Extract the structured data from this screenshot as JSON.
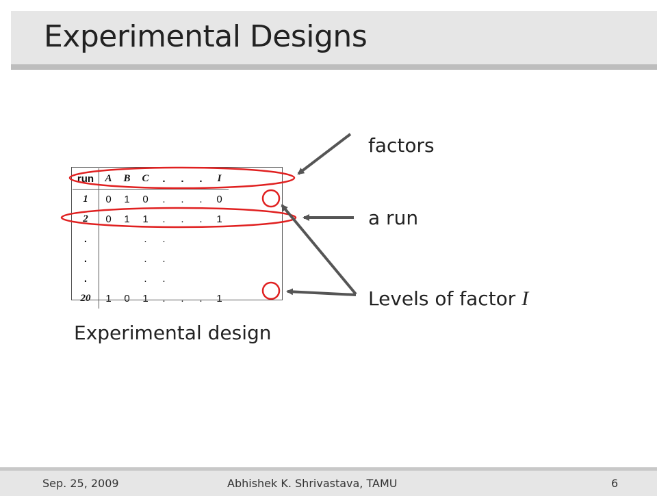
{
  "slide": {
    "title": "Experimental Designs",
    "labels": {
      "factors": "factors",
      "a_run": "a run",
      "levels": "Levels of factor",
      "levels_var": "I",
      "caption": "Experimental design"
    }
  },
  "table": {
    "header": [
      "run",
      "A",
      "B",
      "C",
      ".",
      ".",
      ".",
      "I"
    ],
    "rows": [
      {
        "run": "1",
        "values": [
          "0",
          "1",
          "0",
          ".",
          ".",
          ".",
          "0"
        ]
      },
      {
        "run": "2",
        "values": [
          "0",
          "1",
          "1",
          ".",
          ".",
          ".",
          "1"
        ]
      },
      {
        "run": ".",
        "values": [
          "",
          "",
          ".",
          ".",
          "",
          "",
          ""
        ]
      },
      {
        "run": ".",
        "values": [
          "",
          "",
          ".",
          ".",
          "",
          "",
          ""
        ]
      },
      {
        "run": ".",
        "values": [
          "",
          "",
          ".",
          ".",
          "",
          "",
          ""
        ]
      },
      {
        "run": "20",
        "values": [
          "1",
          "0",
          "1",
          ".",
          ".",
          ".",
          "1"
        ]
      }
    ]
  },
  "footer": {
    "date": "Sep. 25, 2009",
    "author": "Abhishek K. Shrivastava, TAMU",
    "page": "6"
  },
  "colors": {
    "highlight": "#e02020",
    "arrow": "#555555"
  }
}
